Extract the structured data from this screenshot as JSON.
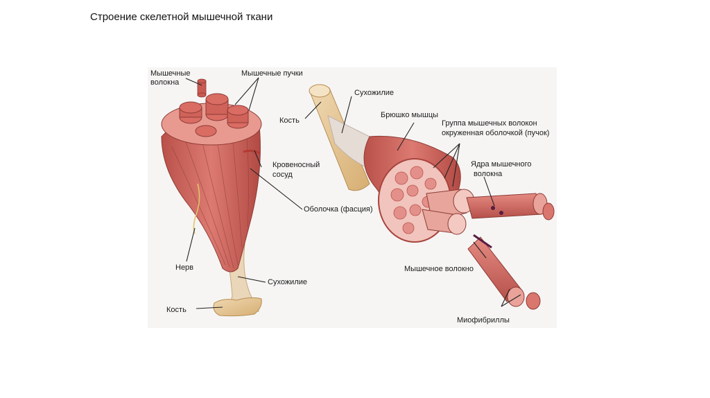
{
  "slide": {
    "title": "Строение скелетной мышечной ткани"
  },
  "figure": {
    "left_muscle": {
      "muscle_fibers": [
        "Мышечные",
        "волокна"
      ],
      "muscle_bundles": "Мышечные пучки",
      "blood_vessel": [
        "Кровеносный",
        "сосуд"
      ],
      "sheath": "Оболочка (фасция)",
      "nerve": "Нерв",
      "tendon": "Сухожилие",
      "bone": "Кость"
    },
    "right_muscle": {
      "tendon": "Сухожилие",
      "bone": "Кость",
      "muscle_belly": "Брюшко мышцы",
      "fiber_group": [
        "Группа мышечных волокон",
        "окруженная оболочкой (пучок)"
      ],
      "fiber_nuclei": [
        "Ядра мышечного",
        "волокна"
      ],
      "muscle_fiber": "Мышечное волокно",
      "myofibrils": "Миофибриллы"
    },
    "colors": {
      "background": "#f6f5f4",
      "muscle": "#d2675f",
      "muscle_dark": "#a8433d",
      "muscle_light": "#f1c4bd",
      "tendon": "#ead6b8",
      "bone": "#e4c79b",
      "line": "#222222"
    }
  }
}
